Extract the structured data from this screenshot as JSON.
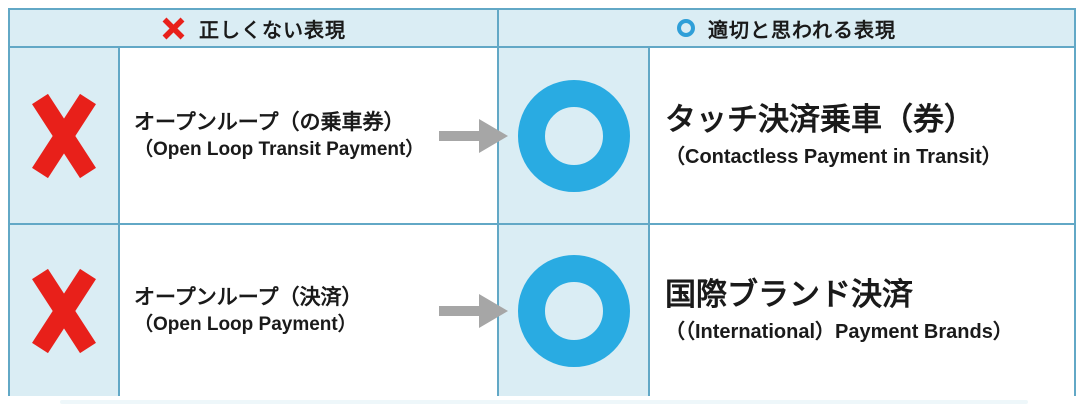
{
  "colors": {
    "cell-blue": "#daedf4",
    "border": "#62a8c6",
    "cross-red": "#e8201a",
    "ring-blue": "#29abe2",
    "header-ring": "#2f9fd8",
    "arrow-gray": "#a6a6a6",
    "text": "#1a1a1a"
  },
  "header": {
    "incorrect_label": "正しくない表現",
    "appropriate_label": "適切と思われる表現"
  },
  "icons": {
    "cross": "cross-mark",
    "circle": "circle-mark",
    "arrow": "right-arrow"
  },
  "rows": [
    {
      "incorrect_jp": "オープンループ（の乗車券）",
      "incorrect_en": "（Open Loop Transit Payment）",
      "appropriate_jp": "タッチ決済乗車（券）",
      "appropriate_en": "（Contactless Payment in Transit）"
    },
    {
      "incorrect_jp": "オープンループ（決済）",
      "incorrect_en": "（Open Loop Payment）",
      "appropriate_jp": "国際ブランド決済",
      "appropriate_en": "（（International）Payment Brands）"
    }
  ]
}
